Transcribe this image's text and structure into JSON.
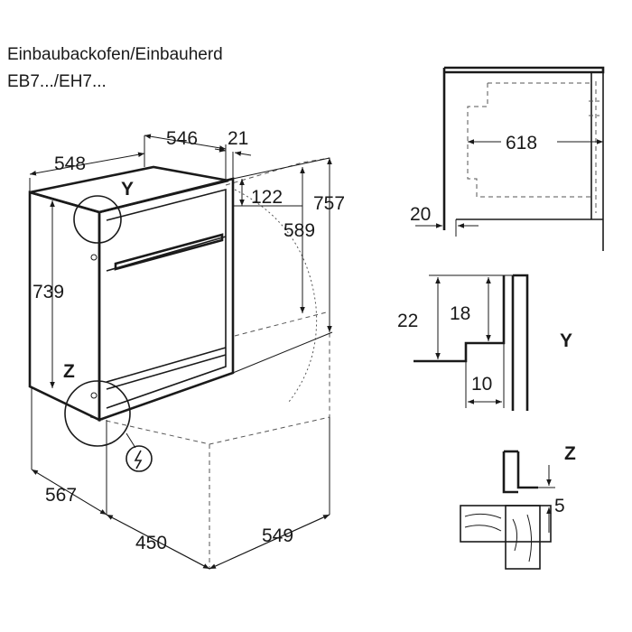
{
  "header": {
    "title": "Einbaubackofen/Einbauherd",
    "models": "EB7.../EH7..."
  },
  "main_view": {
    "dims": {
      "d548": "548",
      "d546": "546",
      "d21": "21",
      "d122": "122",
      "d757": "757",
      "d589": "589",
      "d739": "739",
      "d567": "567",
      "d450": "450",
      "d549": "549"
    },
    "detail_y": "Y",
    "detail_z": "Z",
    "power_icon": "electrical-connection"
  },
  "side_view": {
    "d618": "618",
    "d20": "20"
  },
  "detail_y": {
    "label": "Y",
    "d22": "22",
    "d18": "18",
    "d10": "10"
  },
  "detail_z": {
    "label": "Z",
    "d5": "5"
  }
}
